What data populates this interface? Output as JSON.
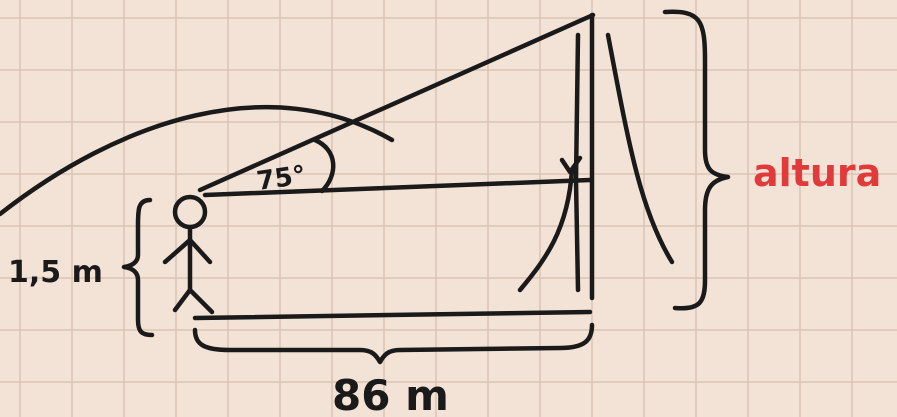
{
  "labels": {
    "observer_height": "1,5 m",
    "angle": "75°",
    "height": "altura",
    "distance": "86 m"
  },
  "colors": {
    "background": "#f3e3d6",
    "grid": "#d9c3b3",
    "ink": "#1a1a1a",
    "accent": "#e03a3a"
  }
}
